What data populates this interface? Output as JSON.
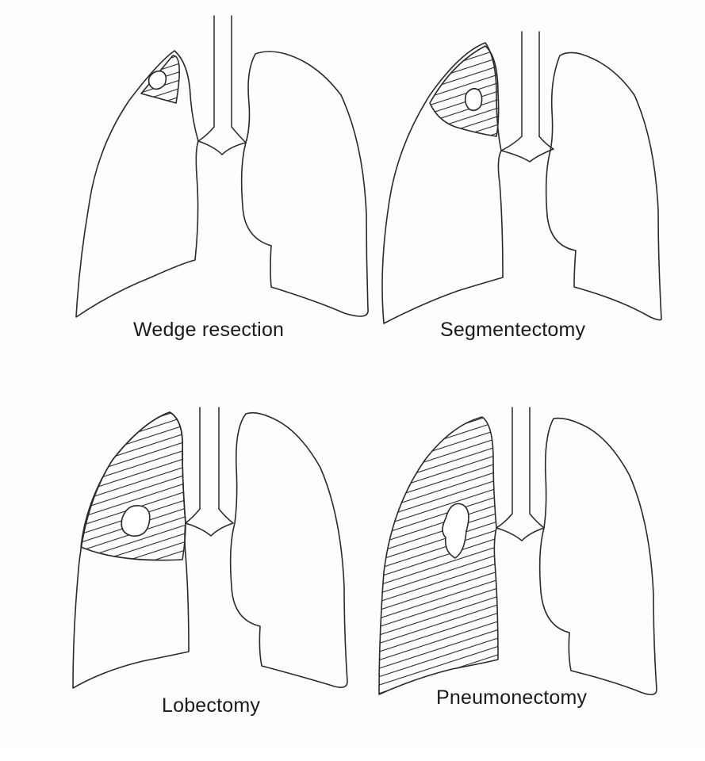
{
  "figure": {
    "panels": [
      {
        "caption": "Wedge resection"
      },
      {
        "caption": "Segmentectomy"
      },
      {
        "caption": "Lobectomy"
      },
      {
        "caption": "Pneumonectomy"
      }
    ],
    "colors": {
      "line": "#2a2a2a",
      "background": "#fdfdfd"
    }
  }
}
